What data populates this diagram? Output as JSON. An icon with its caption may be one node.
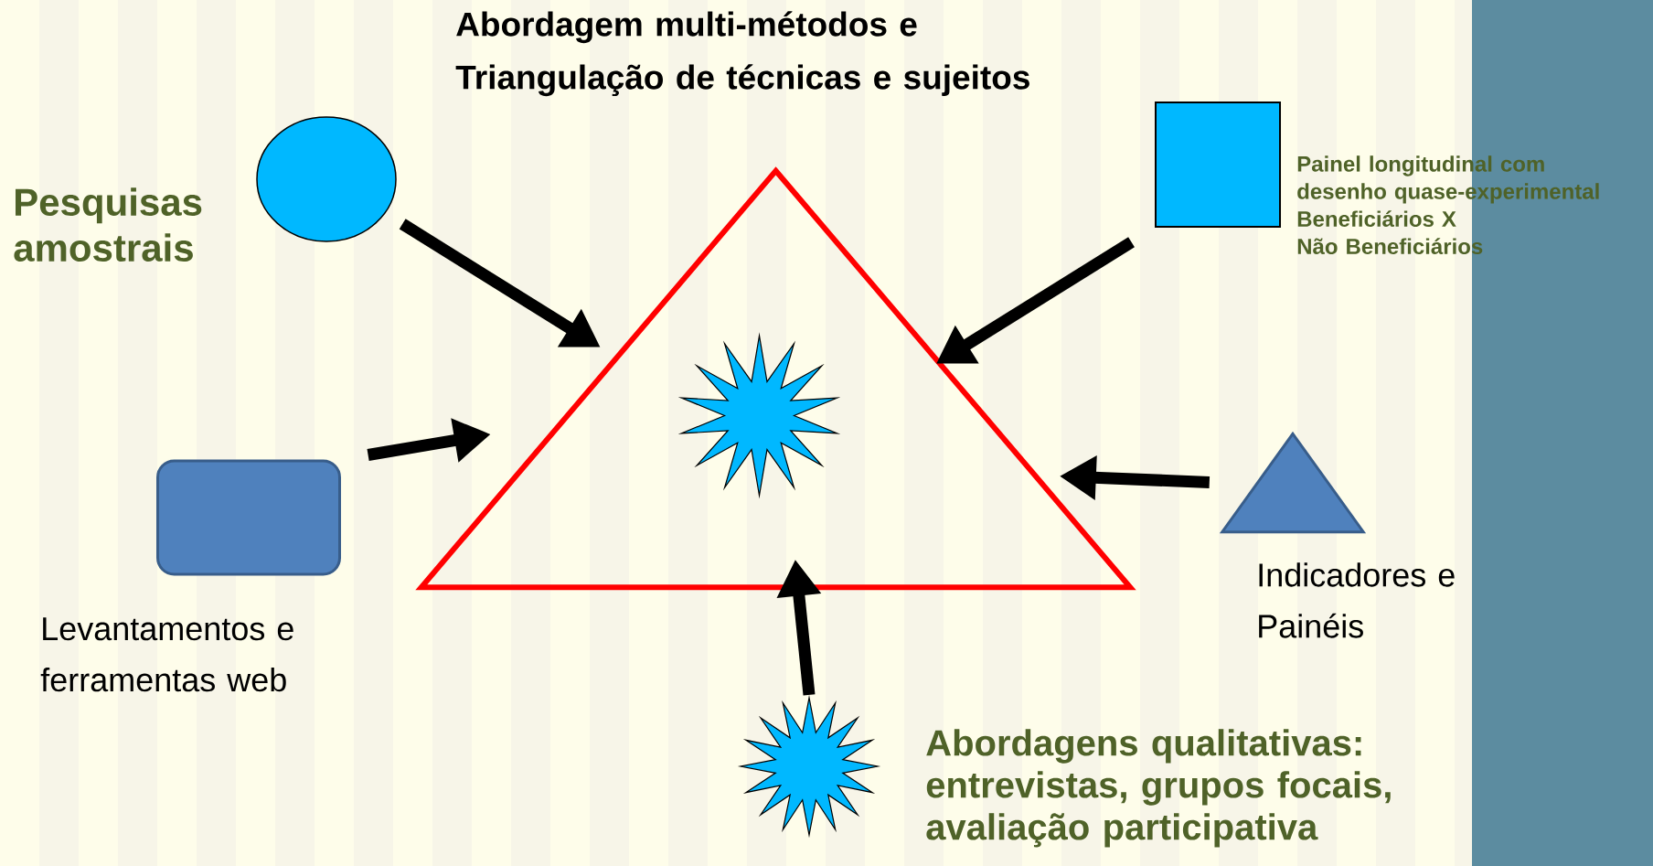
{
  "diagram": {
    "title": "Abordagem multi-métodos e Triangulação de técnicas e sujeitos",
    "nodes": [
      {
        "text": [],
        "shape": "circle",
        "beside": [
          "Pesquisas amostrais"
        ]
      },
      {
        "text": [],
        "shape": "box",
        "beside": [
          "Painel longitudinal com desenho quase-experimental",
          "Beneficiários X",
          "Não Beneficiários"
        ]
      },
      {
        "text": [],
        "shape": "triangle"
      },
      {
        "text": [],
        "shape": "star",
        "in": 2
      },
      {
        "text": [],
        "shape": "box",
        "beside": [
          "Levantamentos e ferramentas web"
        ]
      },
      {
        "text": [],
        "shape": "triangle",
        "beside": [
          "Indicadores e Painéis"
        ]
      },
      {
        "text": [],
        "shape": "star",
        "beside": [
          "Abordagens qualitativas: entrevistas, grupos focais, avaliação participativa"
        ]
      }
    ],
    "edges": [
      {
        "from": 0,
        "to": 2,
        "arrow": "to"
      },
      {
        "from": 1,
        "to": 2,
        "arrow": "to"
      },
      {
        "from": 4,
        "to": 2,
        "arrow": "to"
      },
      {
        "from": 5,
        "to": 2,
        "arrow": "to"
      },
      {
        "from": 6,
        "to": 2,
        "arrow": "to"
      }
    ]
  }
}
